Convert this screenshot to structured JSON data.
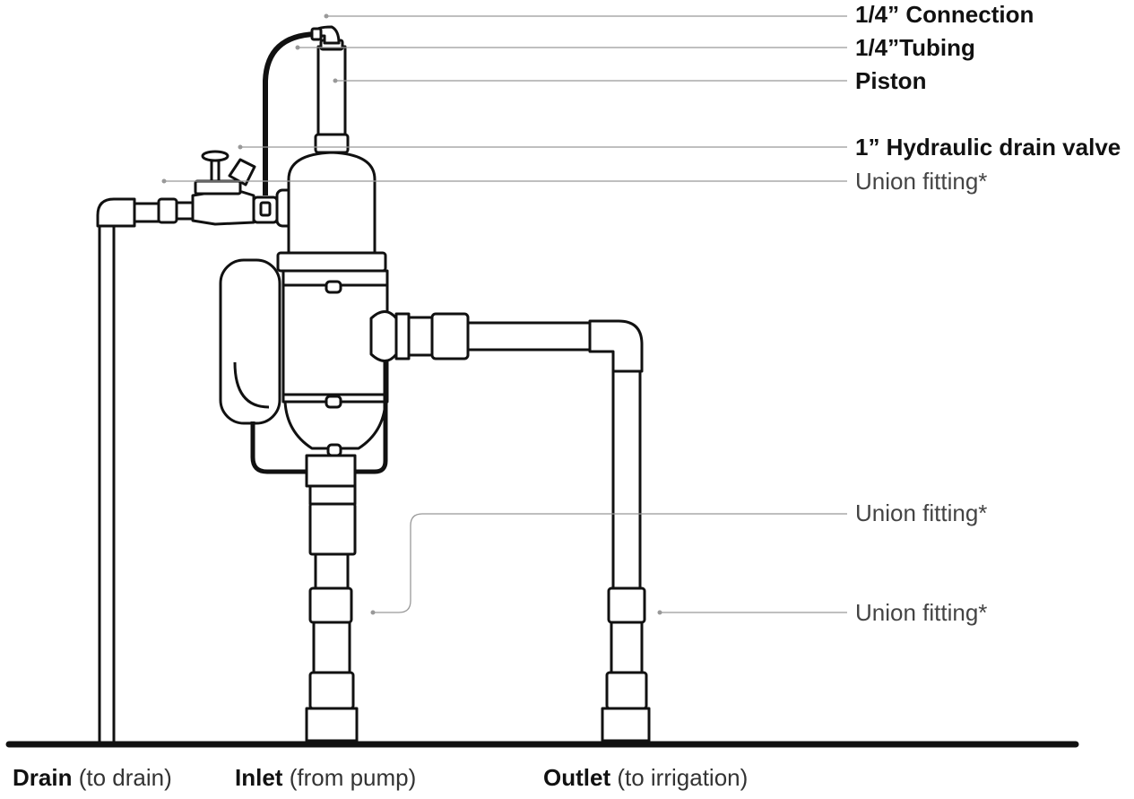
{
  "callouts": {
    "connection": "1/4” Connection",
    "tubing": "1/4”Tubing",
    "piston": "Piston",
    "drain_valve": "1” Hydraulic drain valve",
    "union_top": "Union fitting*",
    "union_mid": "Union fitting*",
    "union_low": "Union fitting*"
  },
  "bottom_labels": {
    "drain": {
      "title": "Drain",
      "sub": "(to drain)"
    },
    "inlet": {
      "title": "Inlet",
      "sub": "(from pump)"
    },
    "outlet": {
      "title": "Outlet",
      "sub": "(to irrigation)"
    }
  },
  "colors": {
    "line": "#111111",
    "leader": "#999999",
    "text": "#111111"
  }
}
